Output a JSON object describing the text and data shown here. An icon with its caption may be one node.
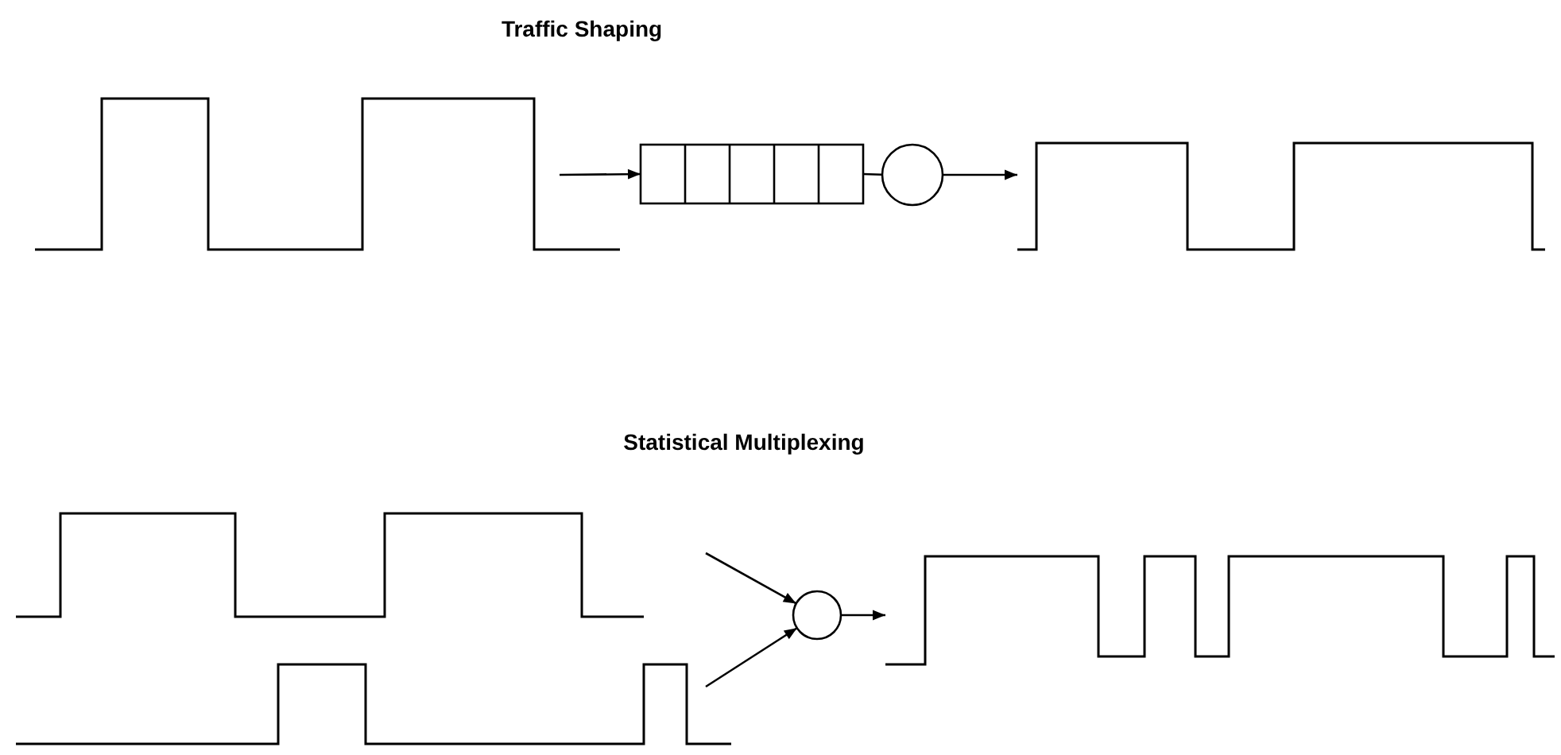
{
  "diagram": {
    "nodes": [
      {
        "text": [],
        "shape": "picture"
      },
      {
        "text": [],
        "shape": "box"
      },
      {
        "text": [],
        "shape": "circle"
      },
      {
        "text": [],
        "shape": "picture"
      },
      {
        "text": [],
        "shape": "picture"
      },
      {
        "text": [],
        "shape": "picture"
      },
      {
        "text": [],
        "shape": "circle"
      },
      {
        "text": [],
        "shape": "picture"
      }
    ],
    "edges": [
      {
        "from": 0,
        "to": 1,
        "arrow": "to"
      },
      {
        "from": 1,
        "to": 2,
        "arrow": "none"
      },
      {
        "from": 2,
        "to": 3,
        "arrow": "to"
      },
      {
        "from": 4,
        "to": 6,
        "arrow": "to"
      },
      {
        "from": 5,
        "to": 6,
        "arrow": "to"
      },
      {
        "from": 6,
        "to": 7,
        "arrow": "to"
      }
    ],
    "labels": [
      "Traffic Shaping",
      "Statistical Multiplexing"
    ]
  }
}
